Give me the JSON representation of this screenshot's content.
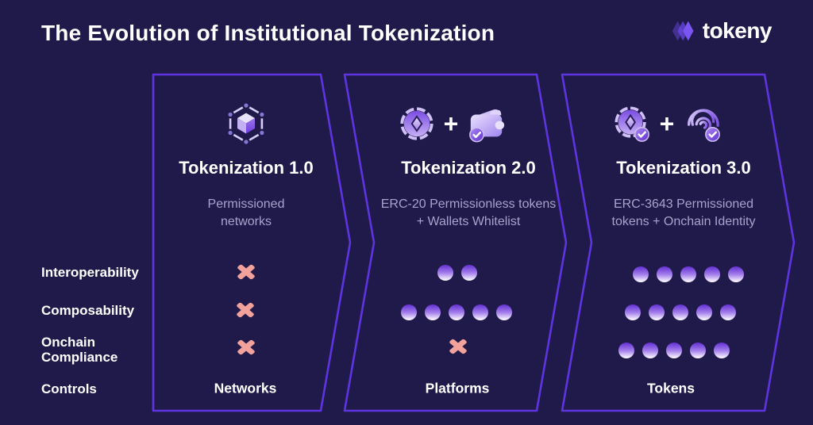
{
  "header": {
    "title": "The Evolution of Institutional Tokenization",
    "brand": "tokeny"
  },
  "plus": "+",
  "rows": [
    {
      "label": "Interoperability"
    },
    {
      "label": "Composability"
    },
    {
      "label": "Onchain Compliance"
    },
    {
      "label": "Controls"
    }
  ],
  "columns": [
    {
      "title": "Tokenization 1.0",
      "subtitle_lines": [
        "Permissioned",
        "networks"
      ],
      "icons": [
        "network-cube-icon"
      ],
      "scores": [
        "x",
        "x",
        "x"
      ],
      "control": "Networks"
    },
    {
      "title": "Tokenization 2.0",
      "subtitle_lines": [
        "ERC-20 Permissionless tokens",
        "+ Wallets Whitelist"
      ],
      "icons": [
        "token-coin-icon",
        "plus",
        "wallet-check-icon"
      ],
      "scores": [
        2,
        5,
        "x"
      ],
      "control": "Platforms"
    },
    {
      "title": "Tokenization 3.0",
      "subtitle_lines": [
        "ERC-3643 Permissioned",
        "tokens  + Onchain Identity"
      ],
      "icons": [
        "token-coin-check-icon",
        "plus",
        "fingerprint-check-icon"
      ],
      "scores": [
        5,
        5,
        5
      ],
      "control": "Tokens"
    }
  ],
  "colors": {
    "background": "#201a4b",
    "panel_border": "#5e34e0",
    "cross": "#f2a19b",
    "dot_top": "#6a38d6",
    "dot_bottom": "#f9f6ff",
    "accent_purple": "#6c4be8",
    "subtitle_text": "#a9a2cb"
  }
}
